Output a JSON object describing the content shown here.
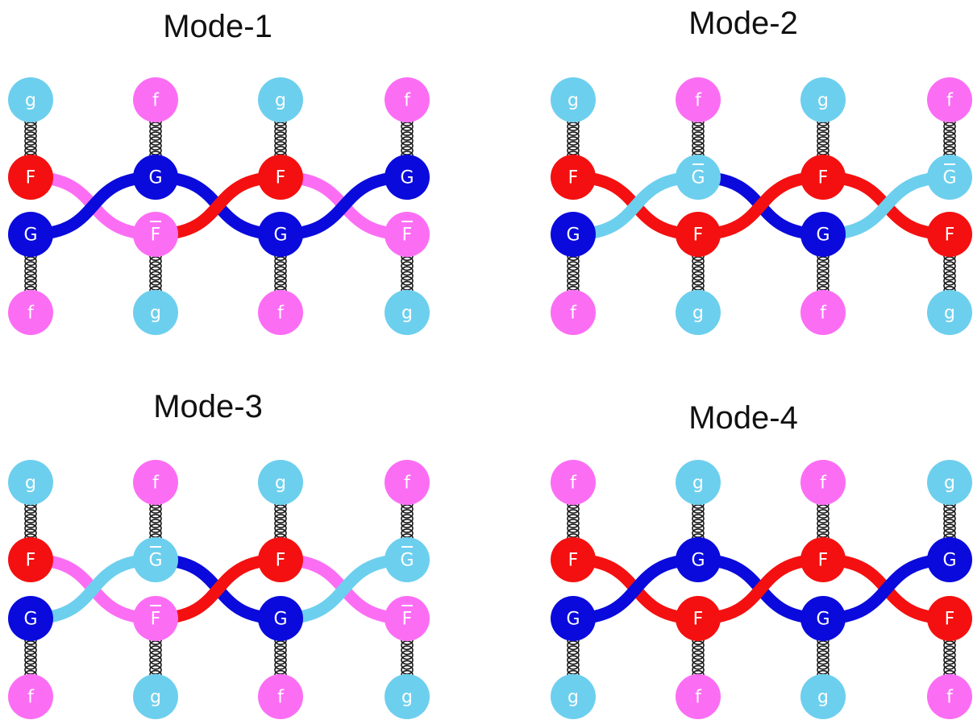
{
  "colors": {
    "red": "#f41010",
    "blue": "#0a0adc",
    "cyan": "#6dcfee",
    "magenta": "#fb6ef4",
    "spring": "#1a1a1a"
  },
  "labels": {
    "F": "F",
    "G": "G",
    "f": "f",
    "g": "g"
  },
  "modes": [
    {
      "title": "Mode-1",
      "top": [
        "g",
        "f",
        "g",
        "f"
      ],
      "upper": [
        {
          "t": "F",
          "bar": false,
          "c": "red"
        },
        {
          "t": "G",
          "bar": false,
          "c": "blue"
        },
        {
          "t": "F",
          "bar": false,
          "c": "red"
        },
        {
          "t": "G",
          "bar": false,
          "c": "blue"
        }
      ],
      "lower": [
        {
          "t": "G",
          "bar": false,
          "c": "blue"
        },
        {
          "t": "F",
          "bar": true,
          "c": "magenta"
        },
        {
          "t": "G",
          "bar": false,
          "c": "blue"
        },
        {
          "t": "F",
          "bar": true,
          "c": "magenta"
        }
      ],
      "bottom": [
        "f",
        "g",
        "f",
        "g"
      ]
    },
    {
      "title": "Mode-2",
      "top": [
        "g",
        "f",
        "g",
        "f"
      ],
      "upper": [
        {
          "t": "F",
          "bar": false,
          "c": "red"
        },
        {
          "t": "G",
          "bar": true,
          "c": "cyan"
        },
        {
          "t": "F",
          "bar": false,
          "c": "red"
        },
        {
          "t": "G",
          "bar": true,
          "c": "cyan"
        }
      ],
      "lower": [
        {
          "t": "G",
          "bar": false,
          "c": "blue"
        },
        {
          "t": "F",
          "bar": false,
          "c": "red"
        },
        {
          "t": "G",
          "bar": false,
          "c": "blue"
        },
        {
          "t": "F",
          "bar": false,
          "c": "red"
        }
      ],
      "bottom": [
        "f",
        "g",
        "f",
        "g"
      ]
    },
    {
      "title": "Mode-3",
      "top": [
        "g",
        "f",
        "g",
        "f"
      ],
      "upper": [
        {
          "t": "F",
          "bar": false,
          "c": "red"
        },
        {
          "t": "G",
          "bar": true,
          "c": "cyan"
        },
        {
          "t": "F",
          "bar": false,
          "c": "red"
        },
        {
          "t": "G",
          "bar": true,
          "c": "cyan"
        }
      ],
      "lower": [
        {
          "t": "G",
          "bar": false,
          "c": "blue"
        },
        {
          "t": "F",
          "bar": true,
          "c": "magenta"
        },
        {
          "t": "G",
          "bar": false,
          "c": "blue"
        },
        {
          "t": "F",
          "bar": true,
          "c": "magenta"
        }
      ],
      "bottom": [
        "f",
        "g",
        "f",
        "g"
      ]
    },
    {
      "title": "Mode-4",
      "top": [
        "f",
        "g",
        "f",
        "g"
      ],
      "upper": [
        {
          "t": "F",
          "bar": false,
          "c": "red"
        },
        {
          "t": "G",
          "bar": false,
          "c": "blue"
        },
        {
          "t": "F",
          "bar": false,
          "c": "red"
        },
        {
          "t": "G",
          "bar": false,
          "c": "blue"
        }
      ],
      "lower": [
        {
          "t": "G",
          "bar": false,
          "c": "blue"
        },
        {
          "t": "F",
          "bar": false,
          "c": "red"
        },
        {
          "t": "G",
          "bar": false,
          "c": "blue"
        },
        {
          "t": "F",
          "bar": false,
          "c": "red"
        }
      ],
      "bottom": [
        "g",
        "f",
        "g",
        "f"
      ]
    }
  ]
}
